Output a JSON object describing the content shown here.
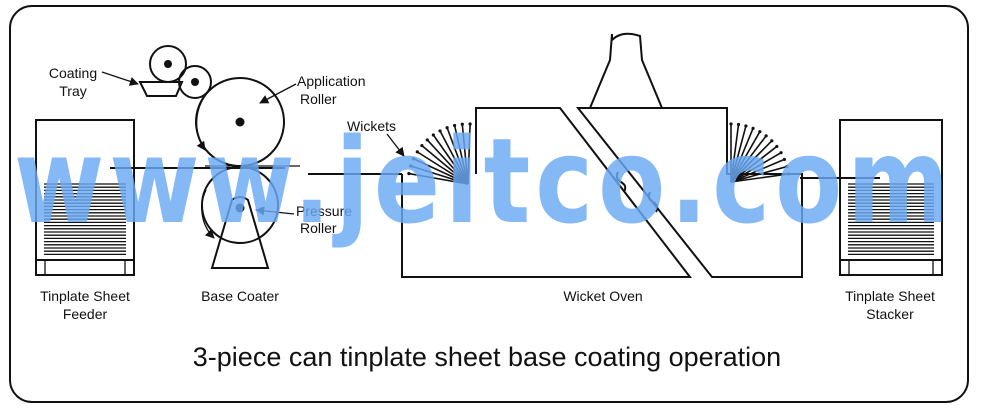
{
  "labels": {
    "coating_tray": [
      "Coating",
      "Tray"
    ],
    "application_roller": [
      "Application",
      "Roller"
    ],
    "wickets": "Wickets",
    "pressure_roller": [
      "Pressure",
      "Roller"
    ],
    "feeder": [
      "Tinplate Sheet",
      "Feeder"
    ],
    "base_coater": "Base Coater",
    "wicket_oven": "Wicket Oven",
    "stacker": [
      "Tinplate Sheet",
      "Stacker"
    ]
  },
  "title": "3-piece can tinplate sheet base coating operation",
  "watermark": "www.jeitco.com",
  "colors": {
    "line": "#111111",
    "watermark": "#6aaaf5",
    "background": "#ffffff"
  }
}
